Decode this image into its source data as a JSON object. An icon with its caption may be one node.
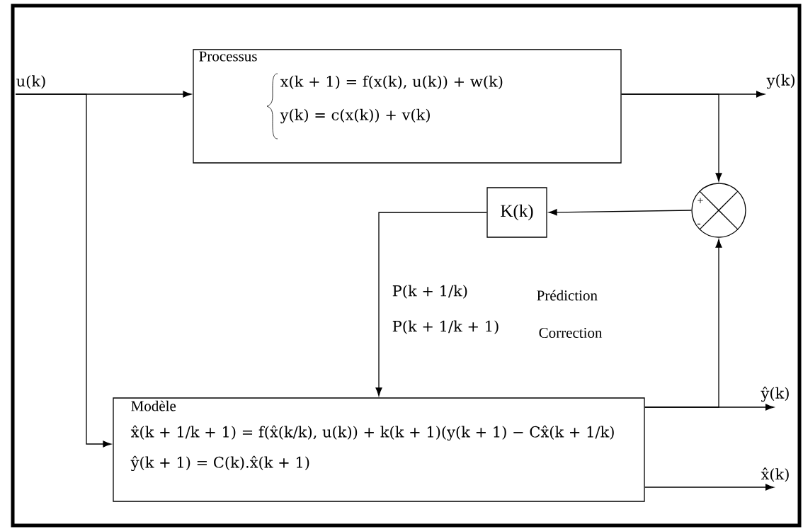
{
  "diagram": {
    "nodes": [
      {
        "text": [
          "Processus",
          "x(k + 1) = f(x(k), u(k)) + w(k)",
          "y(k) = c(x(k)) + v(k)"
        ]
      },
      {
        "text": [
          "K(k)"
        ]
      },
      {
        "text": [],
        "shape": "circle"
      },
      {
        "text": [
          "Modèle",
          "x̂(k + 1/k + 1) = f(x̂(k/k), u(k)) + k(k + 1)(y(k + 1) − Cx̂(k + 1/k)",
          "ŷ(k + 1) = C(k).x̂(k + 1)"
        ]
      },
      {
        "text": [
          "u(k)"
        ]
      },
      {
        "text": [
          "y(k)"
        ]
      },
      {
        "text": [
          "ŷ(k)"
        ]
      },
      {
        "text": [
          "x̂(k)"
        ]
      }
    ],
    "edges": [
      {
        "from": 4,
        "to": 0,
        "arrow": "to"
      },
      {
        "from": 4,
        "to": 3,
        "arrow": "to"
      },
      {
        "from": 0,
        "to": 5,
        "arrow": "to"
      },
      {
        "from": 0,
        "to": 2,
        "arrow": "to"
      },
      {
        "from": 2,
        "to": 1,
        "arrow": "to"
      },
      {
        "from": 1,
        "to": 3,
        "arrow": "to"
      },
      {
        "from": 3,
        "to": 2,
        "arrow": "to"
      },
      {
        "from": 3,
        "to": 6,
        "arrow": "to"
      },
      {
        "from": 3,
        "to": 7,
        "arrow": "to"
      }
    ],
    "labels": [
      "+",
      "-",
      "P(k + 1/k)",
      "Prédiction",
      "P(k + 1/k + 1)",
      "Correction"
    ]
  }
}
